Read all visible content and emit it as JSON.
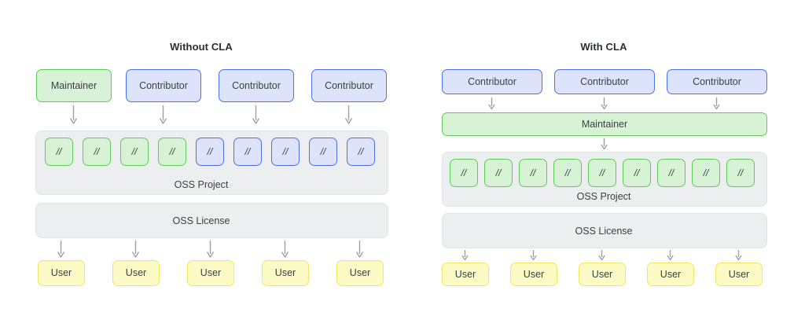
{
  "diagram": {
    "title_left": "Without CLA",
    "title_right": "With CLA",
    "labels": {
      "maintainer": "Maintainer",
      "contributor": "Contributor",
      "user": "User",
      "oss_project": "OSS Project",
      "oss_license": "OSS License",
      "code_chip": "//"
    },
    "colors": {
      "green_fill": "#d8f2d6",
      "green_border": "#5fcc5a",
      "blue_fill": "#dde3fb",
      "blue_border": "#4a72ee",
      "yellow_fill": "#fcfbc5",
      "yellow_border": "#f2e75f",
      "band_fill": "#eceef0",
      "band_border": "#e2e5e8",
      "arrow": "#9aa0a6",
      "text": "#3c4043",
      "background": "#ffffff"
    }
  },
  "left": {
    "title": "Without CLA",
    "actors": [
      {
        "label": "Maintainer",
        "kind": "green"
      },
      {
        "label": "Contributor",
        "kind": "blue"
      },
      {
        "label": "Contributor",
        "kind": "blue"
      },
      {
        "label": "Contributor",
        "kind": "blue"
      }
    ],
    "project": {
      "label": "OSS Project",
      "chips": [
        {
          "text": "//",
          "kind": "green"
        },
        {
          "text": "//",
          "kind": "green"
        },
        {
          "text": "//",
          "kind": "green"
        },
        {
          "text": "//",
          "kind": "green"
        },
        {
          "text": "//",
          "kind": "blue"
        },
        {
          "text": "//",
          "kind": "blue"
        },
        {
          "text": "//",
          "kind": "blue"
        },
        {
          "text": "//",
          "kind": "blue"
        },
        {
          "text": "//",
          "kind": "blue"
        }
      ]
    },
    "license": {
      "label": "OSS License"
    },
    "users": [
      {
        "label": "User"
      },
      {
        "label": "User"
      },
      {
        "label": "User"
      },
      {
        "label": "User"
      },
      {
        "label": "User"
      }
    ]
  },
  "right": {
    "title": "With CLA",
    "actors": [
      {
        "label": "Contributor",
        "kind": "blue"
      },
      {
        "label": "Contributor",
        "kind": "blue"
      },
      {
        "label": "Contributor",
        "kind": "blue"
      }
    ],
    "maintainer": {
      "label": "Maintainer",
      "kind": "green"
    },
    "project": {
      "label": "OSS Project",
      "chips": [
        {
          "text": "//",
          "kind": "green"
        },
        {
          "text": "//",
          "kind": "green"
        },
        {
          "text": "//",
          "kind": "green"
        },
        {
          "text": "//",
          "kind": "green"
        },
        {
          "text": "//",
          "kind": "green"
        },
        {
          "text": "//",
          "kind": "green"
        },
        {
          "text": "//",
          "kind": "green"
        },
        {
          "text": "//",
          "kind": "green"
        },
        {
          "text": "//",
          "kind": "green"
        }
      ]
    },
    "license": {
      "label": "OSS License"
    },
    "users": [
      {
        "label": "User"
      },
      {
        "label": "User"
      },
      {
        "label": "User"
      },
      {
        "label": "User"
      },
      {
        "label": "User"
      }
    ]
  }
}
